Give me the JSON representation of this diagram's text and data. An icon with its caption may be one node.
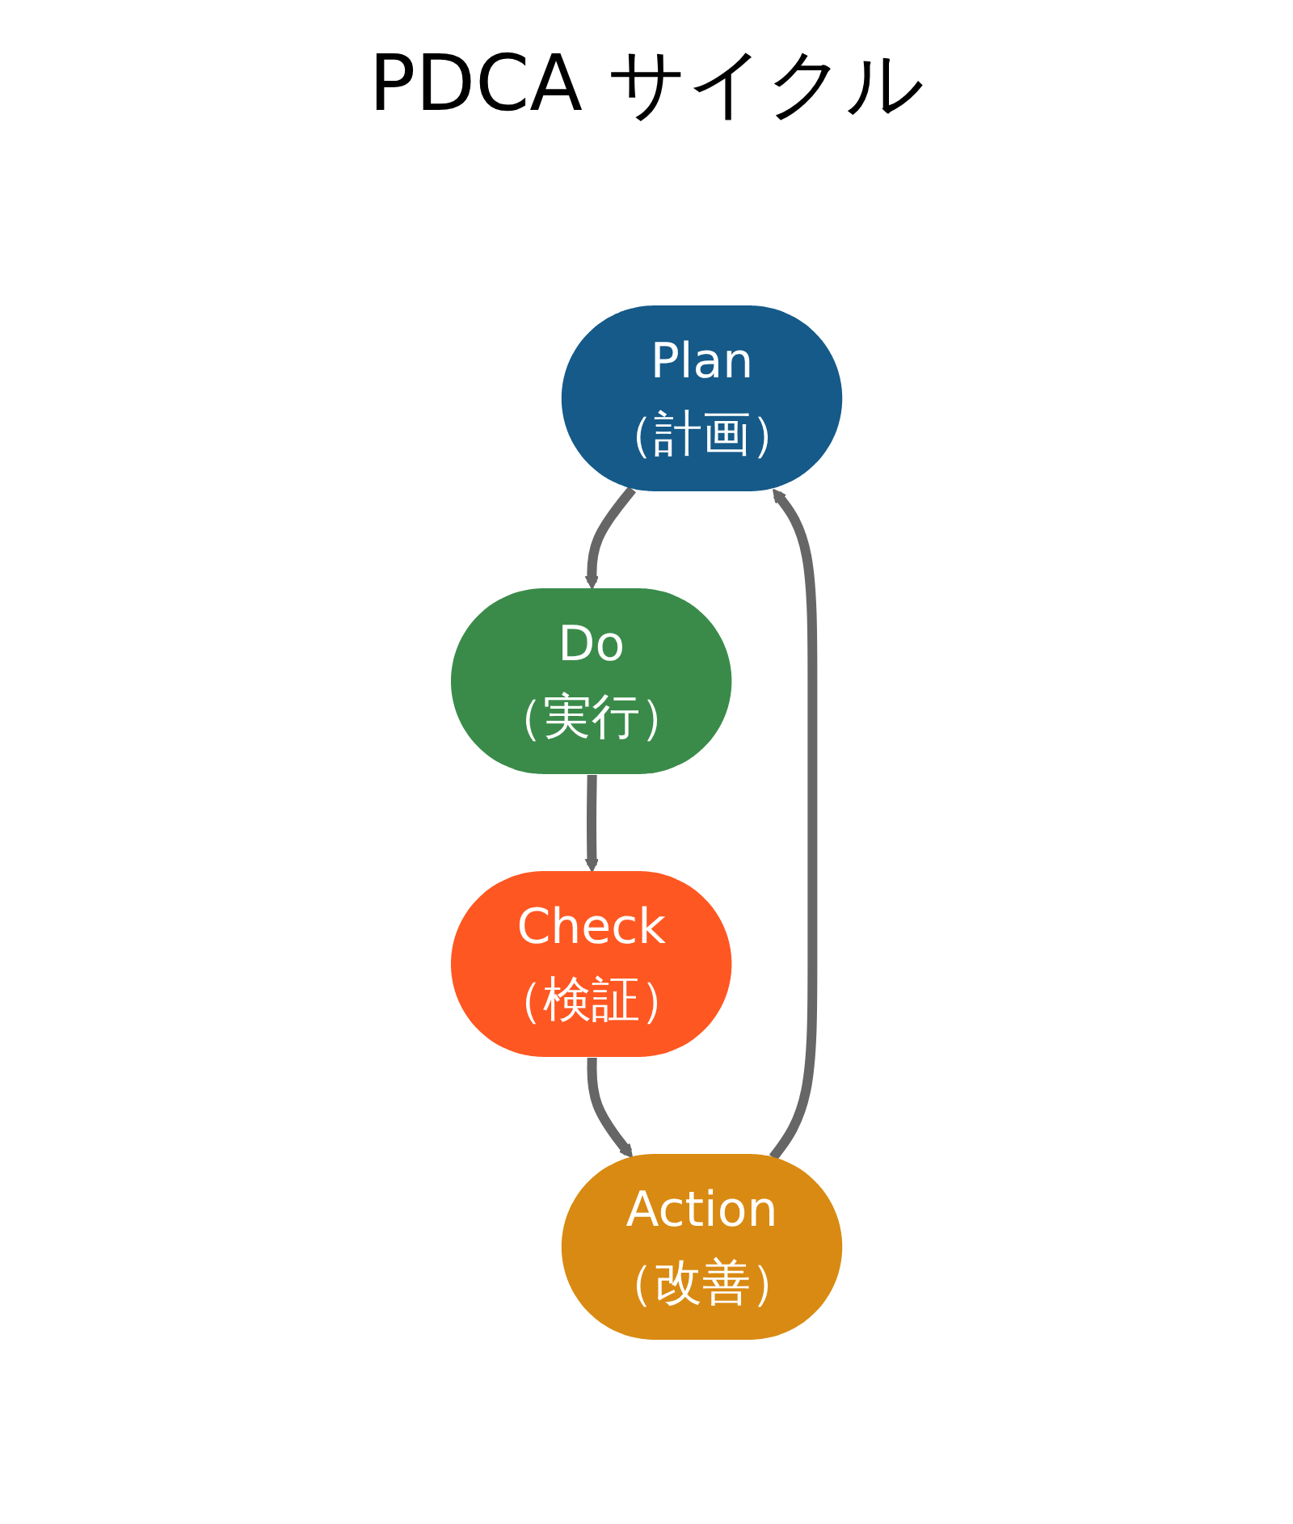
{
  "diagram": {
    "title": "PDCA サイクル",
    "nodes": [
      {
        "text": [
          "Plan",
          "（計画）"
        ]
      },
      {
        "text": [
          "Do",
          "（実行）"
        ]
      },
      {
        "text": [
          "Check",
          "（検証）"
        ]
      },
      {
        "text": [
          "Action",
          "（改善）"
        ]
      }
    ],
    "edges": [
      {
        "from": 0,
        "to": 1,
        "arrow": "to"
      },
      {
        "from": 1,
        "to": 2,
        "arrow": "to"
      },
      {
        "from": 2,
        "to": 3,
        "arrow": "to"
      },
      {
        "from": 3,
        "to": 0,
        "arrow": "to"
      }
    ]
  }
}
